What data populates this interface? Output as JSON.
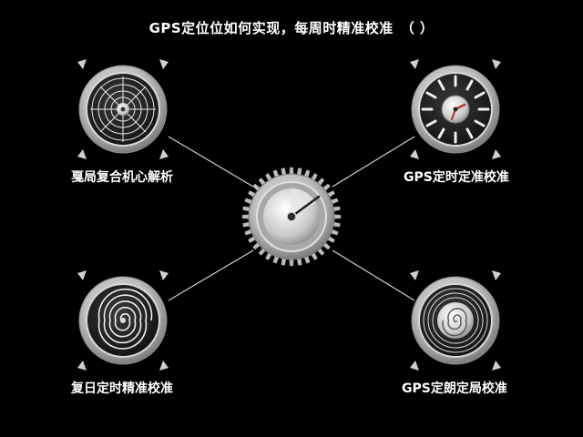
{
  "title": "GPS定位位如何实现，每周时精准校准　（ ）",
  "nodes": {
    "top_left": {
      "label": "戛局复合机心解析"
    },
    "top_right": {
      "label": "GPS定时定准校准"
    },
    "bottom_left": {
      "label": "复日定时精准校准"
    },
    "bottom_right": {
      "label": "GPS定朗定局校准"
    }
  },
  "colors": {
    "background": "#000000",
    "text": "#ffffff",
    "metal_light": "#e6e6e6",
    "metal_dark": "#6e6e6e",
    "connector": "#d0d0d0",
    "hand_red": "#b5342a"
  }
}
